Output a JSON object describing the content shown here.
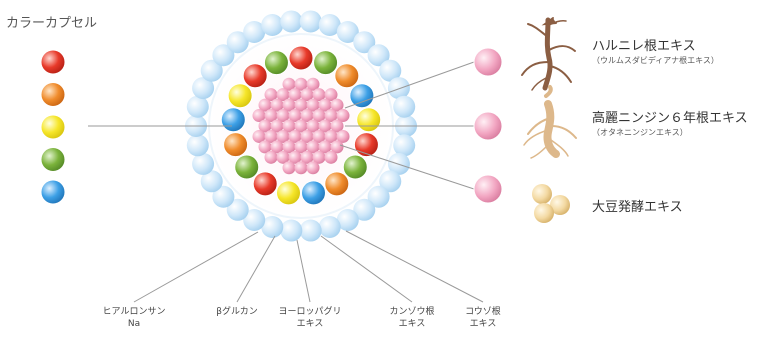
{
  "capsule_legend": {
    "title": "カラーカプセル",
    "colors": [
      "#e83a2a",
      "#f08c2c",
      "#f6e62a",
      "#7bb33b",
      "#3da0e6"
    ]
  },
  "ingredients": [
    {
      "name": "ハルニレ根エキス",
      "sub": "（ウルムスダビディアナ根エキス）",
      "color": "#ee8fb0"
    },
    {
      "name": "高麗ニンジン６年根エキス",
      "sub": "（オタネニンジンエキス）",
      "color": "#ee8fb0"
    },
    {
      "name": "大豆発酵エキス",
      "sub": "",
      "color": "#ee8fb0"
    }
  ],
  "outer_components": [
    {
      "label": "ヒアルロンサン\nNa"
    },
    {
      "label": "βグルカン"
    },
    {
      "label": "ヨーロッパグリ\nエキス"
    },
    {
      "label": "カンゾウ根\nエキス"
    },
    {
      "label": "コウゾ根\nエキス"
    }
  ],
  "colors": {
    "outer_ring": "#b9dcf5",
    "inner_core": "#f4b6cc",
    "line": "#999999"
  }
}
